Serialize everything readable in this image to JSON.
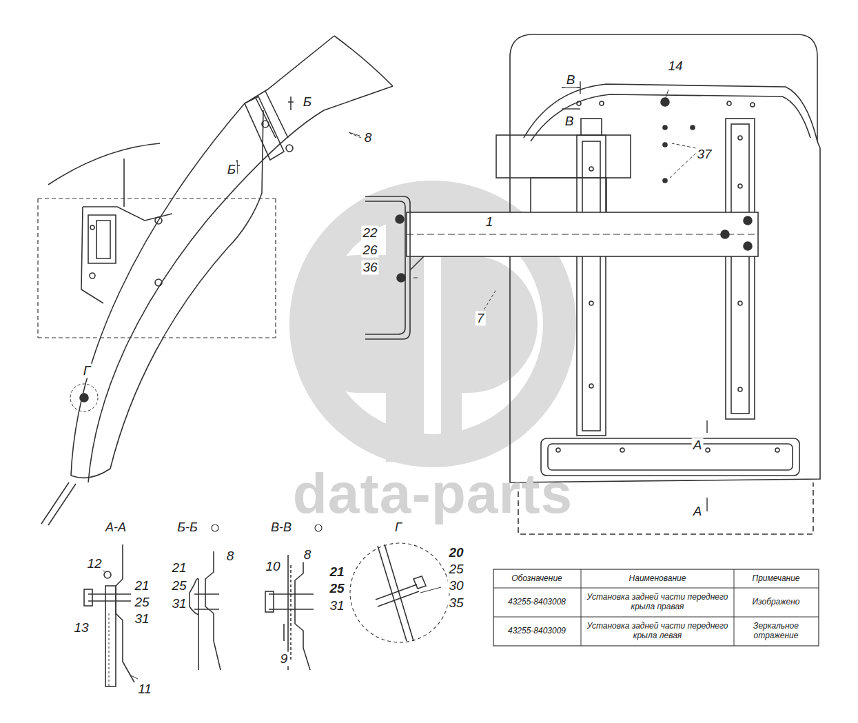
{
  "diagram": {
    "labels": [
      "14",
      "В",
      "В",
      "8",
      "Б",
      "Б",
      "37",
      "1",
      "22",
      "26",
      "36",
      "7",
      "Г",
      "А",
      "А",
      "data-parts",
      "А-А",
      "Б-Б",
      "В-В",
      "Г",
      "12",
      "21",
      "25",
      "31",
      "13",
      "11",
      "21",
      "8",
      "25",
      "31",
      "10",
      "8",
      "21",
      "25",
      "31",
      "9",
      "20",
      "25",
      "30",
      "35",
      "Обозначение",
      "Наименование",
      "Примечание",
      "43255-8403008",
      "Установка задней части переднего крыла правая",
      "Изображено",
      "43255-8403009",
      "Установка задней части переднего крыла левая",
      "Зеркальное отражение"
    ]
  }
}
